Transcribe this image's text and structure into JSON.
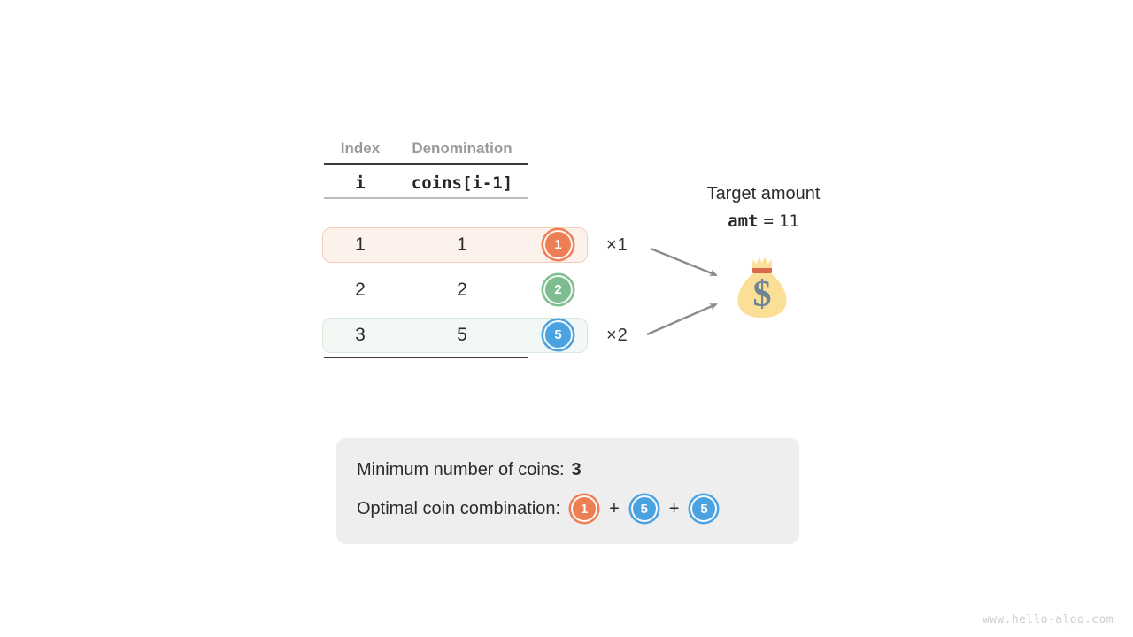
{
  "table": {
    "headers": {
      "index": "Index",
      "denomination": "Denomination"
    },
    "variables": {
      "index": "i",
      "denomination": "coins[i-1]"
    },
    "rows": [
      {
        "index": "1",
        "denomination": "1",
        "coin_label": "1",
        "coin_color": "#ee7e53",
        "multiplier": "×1",
        "highlight": "orange"
      },
      {
        "index": "2",
        "denomination": "2",
        "coin_label": "2",
        "coin_color": "#7ebd90",
        "multiplier": "",
        "highlight": "none"
      },
      {
        "index": "3",
        "denomination": "5",
        "coin_label": "5",
        "coin_color": "#4aa3e0",
        "multiplier": "×2",
        "highlight": "green"
      }
    ]
  },
  "target": {
    "label": "Target amount",
    "var_name": "amt",
    "operator": "=",
    "value": "11",
    "bag_icon": "money-bag-icon"
  },
  "arrows": {
    "top_arrow": "arrow-to-bag-top",
    "bottom_arrow": "arrow-to-bag-bottom",
    "color": "#8c8c8c"
  },
  "result": {
    "min_coins_label": "Minimum number of coins:",
    "min_coins_value": "3",
    "combination_label": "Optimal coin combination:",
    "combination": [
      {
        "label": "1",
        "color": "#ee7e53"
      },
      {
        "label": "5",
        "color": "#4aa3e0"
      },
      {
        "label": "5",
        "color": "#4aa3e0"
      }
    ],
    "separator": "+",
    "panel_color": "#eeeeee"
  },
  "watermark": "www.hello-algo.com"
}
